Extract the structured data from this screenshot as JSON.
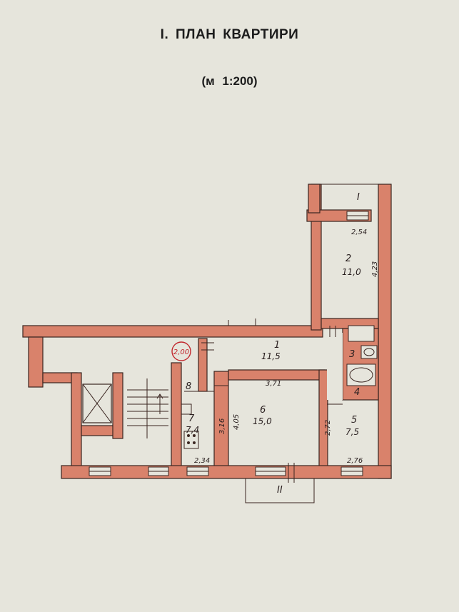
{
  "title": "І. ПЛАН  КВАРТИРИ",
  "scale": "(м    1:200)",
  "colors": {
    "wall": "#d9826b",
    "paper": "#e6e5dc",
    "ink": "#3a2520",
    "stamp": "#c2272d"
  },
  "rooms": [
    {
      "id": "1",
      "number": "1",
      "area": "11,5",
      "dimension": "3,71"
    },
    {
      "id": "2",
      "number": "2",
      "area": "11,0",
      "dimension": "4,23"
    },
    {
      "id": "3",
      "number": "3"
    },
    {
      "id": "4",
      "number": "4"
    },
    {
      "id": "5",
      "number": "5",
      "area": "7,5",
      "dimension": "2,76",
      "dimension_side": "2,72"
    },
    {
      "id": "6",
      "number": "6",
      "area": "15,0",
      "dimension": "4,05"
    },
    {
      "id": "7",
      "number": "7",
      "area": "7,4",
      "dimension": "2,34",
      "dimension_side": "3,16"
    },
    {
      "id": "8",
      "number": "8"
    }
  ],
  "balconies": [
    {
      "id": "I",
      "number": "I",
      "dimension": "2,54"
    },
    {
      "id": "II",
      "number": "II"
    }
  ],
  "stamp": "2,00"
}
